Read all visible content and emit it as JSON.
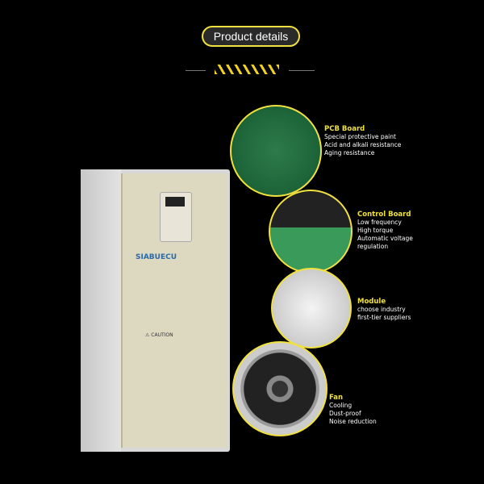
{
  "header": {
    "title": "Product details"
  },
  "device": {
    "brand": "SIABUECU",
    "caution": "CAUTION"
  },
  "features": [
    {
      "title": "PCB Board",
      "lines": [
        "Special protective paint",
        "Acid and alkali resistance",
        "Aging resistance"
      ]
    },
    {
      "title": "Control Board",
      "lines": [
        "Low frequency",
        "High torque",
        "Automatic voltage",
        "regulation"
      ]
    },
    {
      "title": "Module",
      "lines": [
        "choose industry",
        "first-tier suppliers"
      ]
    },
    {
      "title": "Fan",
      "lines": [
        "Cooling",
        "Dust-proof",
        "Noise reduction"
      ]
    }
  ],
  "colors": {
    "accent": "#f0e040",
    "background": "#000000"
  }
}
